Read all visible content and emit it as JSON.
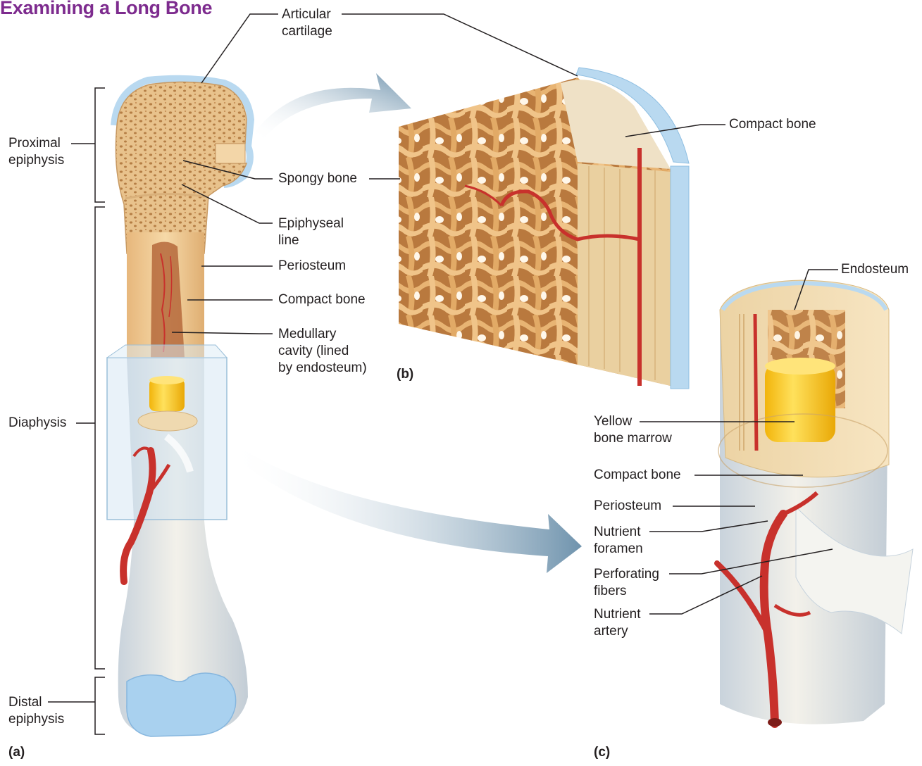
{
  "title": "Examining a Long Bone",
  "panels": {
    "a": "(a)",
    "b": "(b)",
    "c": "(c)"
  },
  "labels_a": {
    "proximal_epiphysis": "Proximal\nepiphysis",
    "diaphysis": "Diaphysis",
    "distal_epiphysis": "Distal\nepiphysis",
    "articular_cartilage": "Articular\ncartilage",
    "spongy_bone": "Spongy bone",
    "epiphyseal_line": "Epiphyseal\nline",
    "periosteum": "Periosteum",
    "compact_bone": "Compact bone",
    "medullary_cavity": "Medullary\ncavity (lined\nby endosteum)"
  },
  "labels_b": {
    "compact_bone": "Compact bone"
  },
  "labels_c": {
    "endosteum": "Endosteum",
    "yellow_bone_marrow": "Yellow\nbone marrow",
    "compact_bone": "Compact bone",
    "periosteum": "Periosteum",
    "nutrient_foramen": "Nutrient\nforamen",
    "perforating_fibers": "Perforating\nfibers",
    "nutrient_artery": "Nutrient\nartery"
  },
  "colors": {
    "title": "#7d2b8e",
    "bone": "#f1cf9a",
    "cartilage": "#b9d9f0",
    "artery": "#c8312c",
    "marrow": "#f7c21c",
    "arrow": "#7c9db6"
  }
}
